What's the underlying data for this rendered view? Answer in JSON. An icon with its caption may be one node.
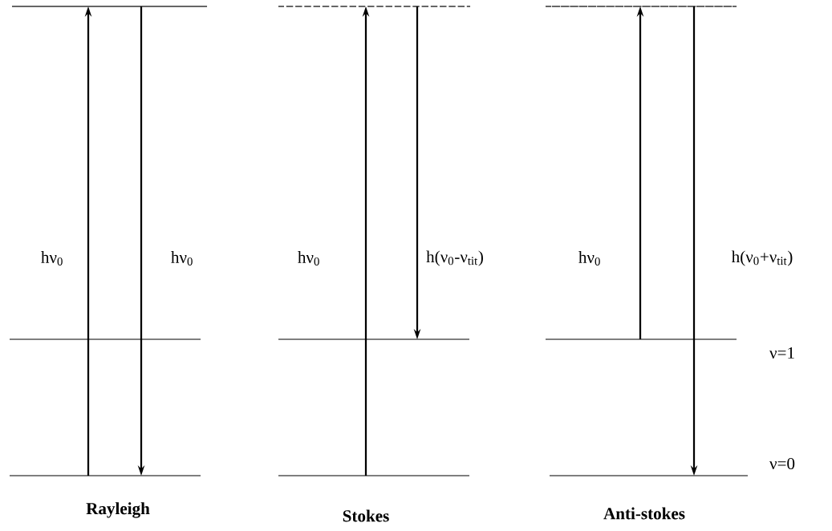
{
  "diagram": {
    "nodes": [
      {
        "text": [],
        "shape": "line"
      },
      {
        "text": [],
        "shape": "line"
      },
      {
        "text": [],
        "shape": "line"
      },
      {
        "text": [],
        "shape": "line"
      },
      {
        "text": [],
        "shape": "line"
      },
      {
        "text": [],
        "shape": "line"
      },
      {
        "text": [],
        "shape": "line"
      },
      {
        "text": [],
        "shape": "line"
      },
      {
        "text": [],
        "shape": "line"
      }
    ],
    "edges": [
      {
        "from": 2,
        "to": 0,
        "arrow": "to",
        "label": "hν$_{0}$"
      },
      {
        "from": 0,
        "to": 2,
        "arrow": "to",
        "label": "hν$_{0}$"
      },
      {
        "from": 5,
        "to": 3,
        "arrow": "to",
        "label": "hν$_{0}$"
      },
      {
        "from": 3,
        "to": 4,
        "arrow": "to",
        "label": "h(ν$_{0}$-ν$_{tit}$)"
      },
      {
        "from": 7,
        "to": 6,
        "arrow": "to",
        "label": "hν$_{0}$"
      },
      {
        "from": 6,
        "to": 8,
        "arrow": "to",
        "label": "h(ν$_{0}$+ν$_{tit}$)"
      }
    ],
    "labels": [
      "ν=1",
      "ν=0",
      "Rayleigh",
      "Stokes",
      "Anti-stokes"
    ]
  }
}
